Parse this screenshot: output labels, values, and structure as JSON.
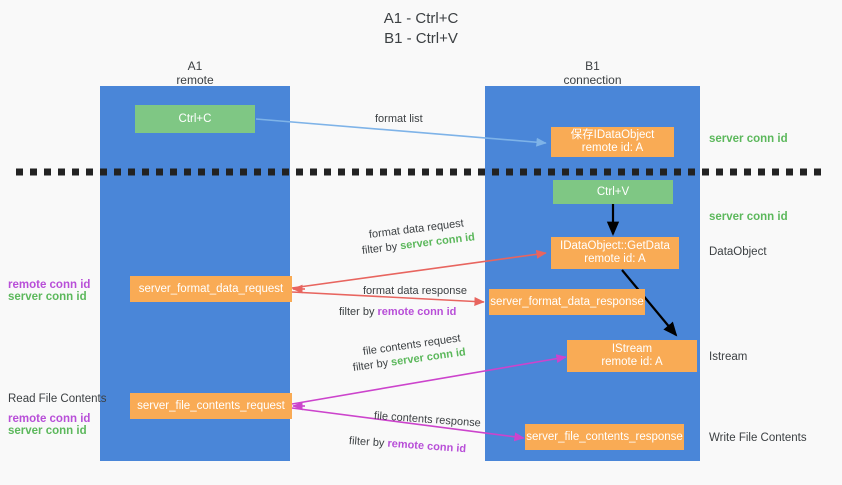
{
  "title": "A1 - Ctrl+C\nB1 - Ctrl+V",
  "columns": [
    {
      "name": "A1",
      "sub": "remote"
    },
    {
      "name": "B1",
      "sub": "connection"
    }
  ],
  "colors": {
    "lane": "#4a86d8",
    "box_orange": "#f9ab55",
    "box_green": "#7fc784",
    "server_conn_id": "#5cb85c",
    "remote_conn_id": "#b84fd8",
    "arrow_blue": "#7eb3e8",
    "arrow_red": "#e8655f",
    "arrow_magenta": "#cc44cc",
    "arrow_black": "#000000",
    "background": "#f9f9f9",
    "text": "#3c4043"
  },
  "boxes": {
    "ctrl_c": "Ctrl+C",
    "ctrl_v": "Ctrl+V",
    "save_dataobject": "保存IDataObject\nremote id: A",
    "idataobject_getdata": "IDataObject::GetData\nremote id: A",
    "istream": "IStream\nremote id: A",
    "server_format_data_request": "server_format_data_request",
    "server_format_data_response": "server_format_data_response",
    "server_file_contents_request": "server_file_contents_request",
    "server_file_contents_response": "server_file_contents_response"
  },
  "right_labels": {
    "server_conn_id_top": "server conn id",
    "server_conn_id_mid": "server conn id",
    "dataobject": "DataObject",
    "istream": "Istream",
    "write_file_contents": "Write File Contents"
  },
  "left_labels": {
    "remote_conn_id_1": "remote conn id",
    "server_conn_id_1": "server conn id",
    "read_file_contents": "Read File Contents",
    "remote_conn_id_2": "remote conn id",
    "server_conn_id_2": "server conn id"
  },
  "captions": {
    "format_list": "format list",
    "format_data_request": "format data request",
    "format_data_request_filter_pre": "filter by ",
    "format_data_request_filter_key": "server conn id",
    "format_data_response": "format data response",
    "format_data_response_filter_pre": "filter by ",
    "format_data_response_filter_key": "remote conn id",
    "file_contents_request": "file contents request",
    "file_contents_request_filter_pre": "filter by ",
    "file_contents_request_filter_key": "server conn id",
    "file_contents_response": "file contents response",
    "file_contents_response_filter_pre": "filter by ",
    "file_contents_response_filter_key": "remote conn id"
  }
}
